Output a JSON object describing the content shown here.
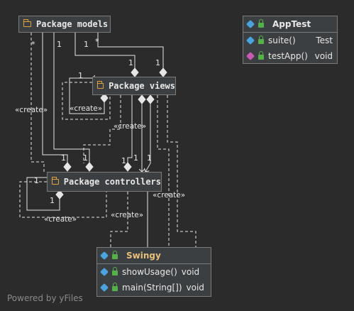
{
  "packages": {
    "models": "Package models",
    "views": "Package views",
    "controllers": "Package controllers"
  },
  "apptest": {
    "name": "AppTest",
    "methods": [
      {
        "name": "suite()",
        "type": "Test"
      },
      {
        "name": "testApp()",
        "type": "void"
      }
    ]
  },
  "swingy": {
    "name": "Swingy",
    "methods": [
      {
        "name": "showUsage()",
        "type": "void"
      },
      {
        "name": "main(String[])",
        "type": "void"
      }
    ]
  },
  "labels": {
    "create": "«create»",
    "one": "1",
    "many": "*"
  },
  "footer": "Powered by yFiles",
  "colors": {
    "background": "#2b2b2b",
    "node": "#3c3f41",
    "border": "#7a7a7a",
    "folder": "#e0a23a",
    "class_icon": "#4aa3df",
    "test_icon": "#c85ab4",
    "lock": "#55b04a",
    "swingy_title": "#e6c07b"
  }
}
